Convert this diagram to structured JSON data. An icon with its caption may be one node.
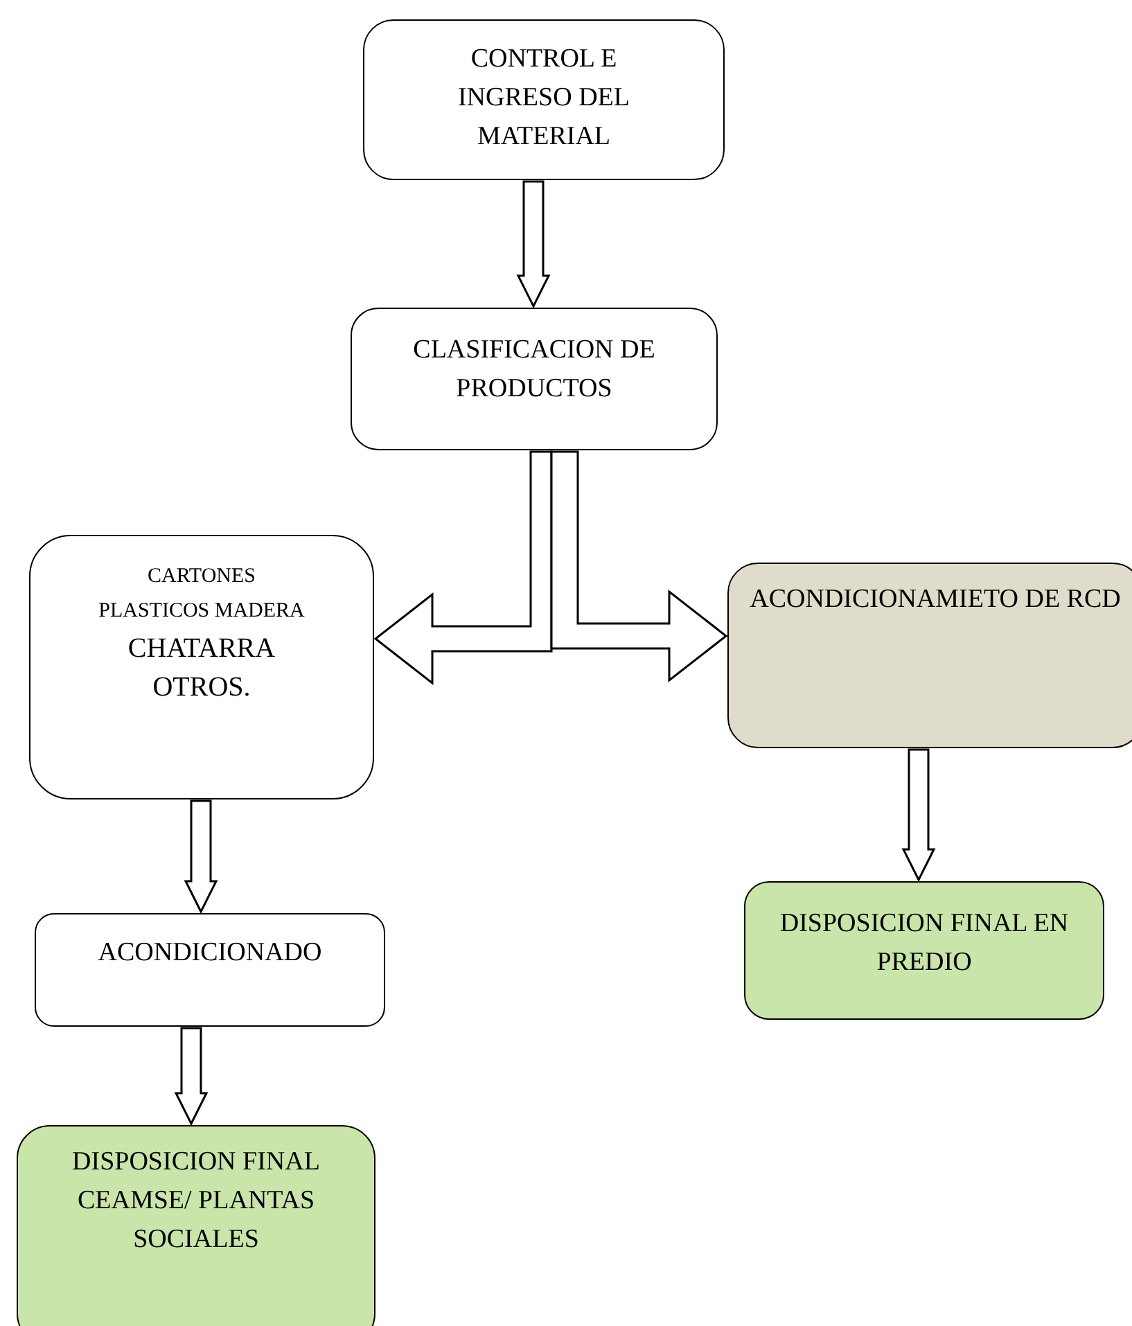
{
  "diagram": {
    "nodes": [
      {
        "text": [
          "CONTROL E INGRESO DEL MATERIAL"
        ]
      },
      {
        "text": [
          "CLASIFICACION DE PRODUCTOS"
        ]
      },
      {
        "text": [
          "CARTONES PLASTICOS MADERA",
          "CHATARRA OTROS."
        ]
      },
      {
        "text": [
          "ACONDICIONAMIETO DE RCD"
        ]
      },
      {
        "text": [
          "ACONDICIONADO"
        ]
      },
      {
        "text": [
          "DISPOSICION FINAL CEAMSE/ PLANTAS SOCIALES"
        ]
      },
      {
        "text": [
          "DISPOSICION FINAL EN PREDIO"
        ]
      }
    ],
    "edges": [
      {
        "from": 0,
        "to": 1,
        "arrow": "to"
      },
      {
        "from": 1,
        "to": 2,
        "arrow": "to"
      },
      {
        "from": 1,
        "to": 3,
        "arrow": "to"
      },
      {
        "from": 2,
        "to": 4,
        "arrow": "to"
      },
      {
        "from": 4,
        "to": 5,
        "arrow": "to"
      },
      {
        "from": 3,
        "to": 6,
        "arrow": "to"
      }
    ]
  }
}
